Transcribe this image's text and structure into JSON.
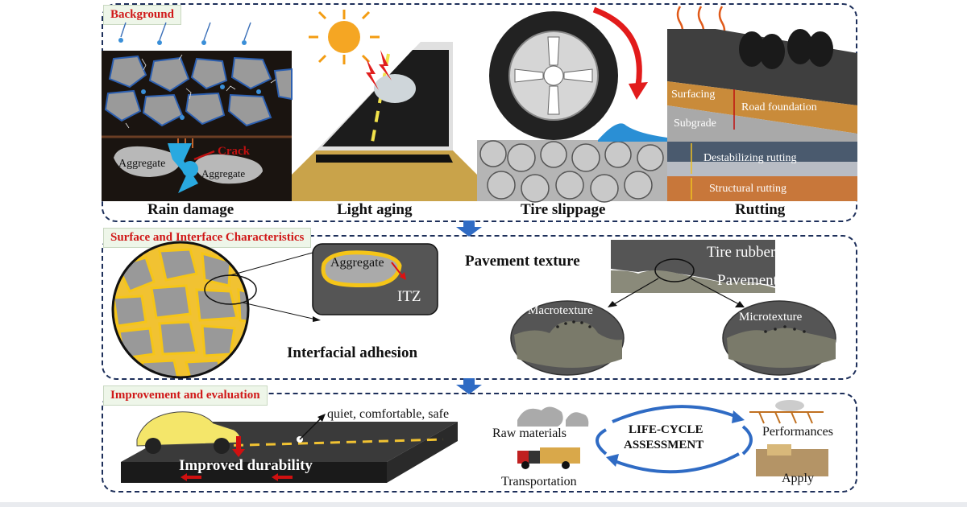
{
  "panels": {
    "background": {
      "title": "Background",
      "rain_damage": {
        "label": "Rain damage",
        "aggregate_left": "Aggregate",
        "aggregate_right": "Aggregate",
        "crack": "Crack"
      },
      "light_aging": {
        "label": "Light aging"
      },
      "tire_slippage": {
        "label": "Tire slippage"
      },
      "rutting": {
        "label": "Rutting",
        "surfacing": "Surfacing",
        "road_foundation": "Road foundation",
        "subgrade": "Subgrade",
        "destabilizing": "Destabilizing rutting",
        "structural": "Structural rutting"
      }
    },
    "surface": {
      "title": "Surface and Interface Characteristics",
      "aggregate": "Aggregate",
      "itz": "ITZ",
      "interfacial_adhesion": "Interfacial adhesion",
      "pavement_texture": "Pavement texture",
      "tire_rubber": "Tire rubber",
      "pavement": "Pavement",
      "macrotexture": "Macrotexture",
      "microtexture": "Microtexture"
    },
    "improvement": {
      "title": "Improvement and evaluation",
      "quiet": "quiet, comfortable, safe",
      "durability": "Improved durability",
      "raw_materials": "Raw materials",
      "transportation": "Transportation",
      "lca_line1": "LIFE-CYCLE",
      "lca_line2": "ASSESSMENT",
      "performances": "Performances",
      "apply": "Apply"
    }
  }
}
